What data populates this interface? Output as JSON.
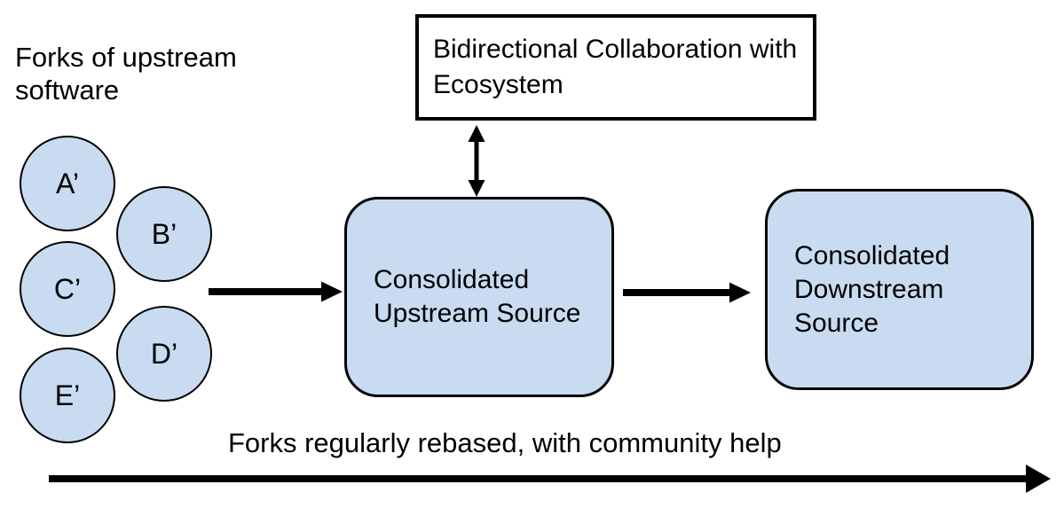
{
  "labels": {
    "forks_title": "Forks of upstream software",
    "collab_box": "Bidirectional Collaboration with Ecosystem",
    "upstream_box": "Consolidated Upstream Source",
    "downstream_box": "Consolidated Downstream Source",
    "bottom_caption": "Forks regularly rebased, with community help"
  },
  "circles": [
    {
      "label": "A’"
    },
    {
      "label": "B’"
    },
    {
      "label": "C’"
    },
    {
      "label": "D’"
    },
    {
      "label": "E’"
    }
  ],
  "colors": {
    "node_fill": "#c8dbf0",
    "node_border": "#000000",
    "collab_fill": "#ffffff",
    "arrow": "#000000",
    "text": "#000000",
    "background": "#ffffff"
  }
}
